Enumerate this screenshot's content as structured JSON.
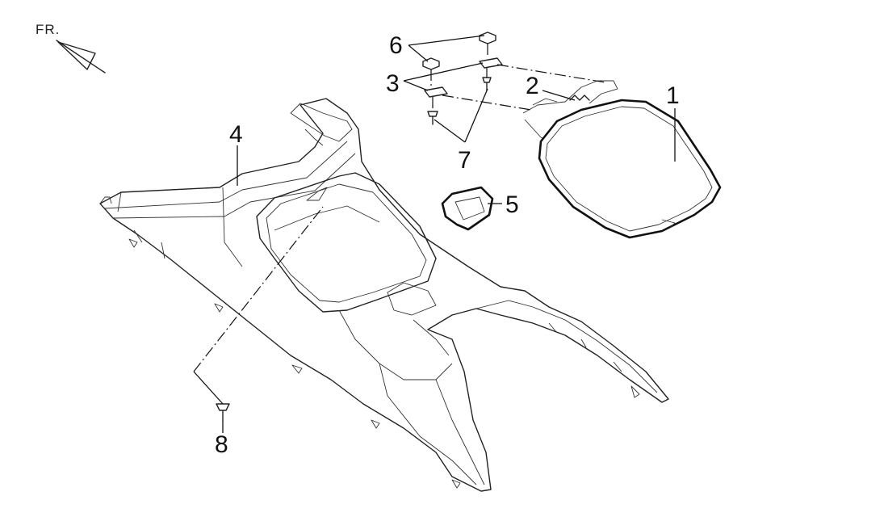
{
  "diagram": {
    "orientation_label": "FR.",
    "callouts": [
      {
        "id": "callout-1",
        "number": "1"
      },
      {
        "id": "callout-2",
        "number": "2"
      },
      {
        "id": "callout-3",
        "number": "3"
      },
      {
        "id": "callout-4",
        "number": "4"
      },
      {
        "id": "callout-5",
        "number": "5"
      },
      {
        "id": "callout-6",
        "number": "6"
      },
      {
        "id": "callout-7",
        "number": "7"
      },
      {
        "id": "callout-8",
        "number": "8"
      }
    ]
  }
}
